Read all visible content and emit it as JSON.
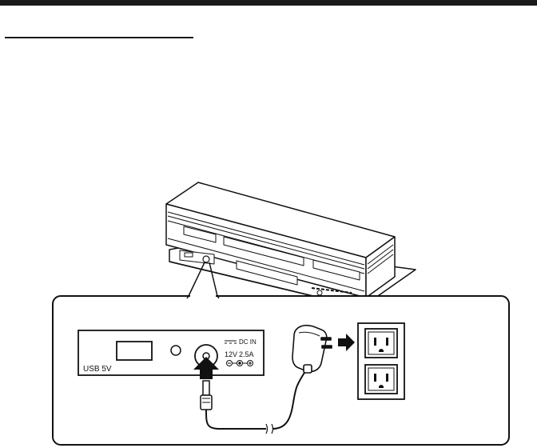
{
  "panel": {
    "usb_label": "USB  5V",
    "dc_in_label": "DC IN",
    "voltage_label": "12V",
    "current_label": "2.5A"
  },
  "colors": {
    "line": "#111111",
    "fill": "#ffffff"
  }
}
